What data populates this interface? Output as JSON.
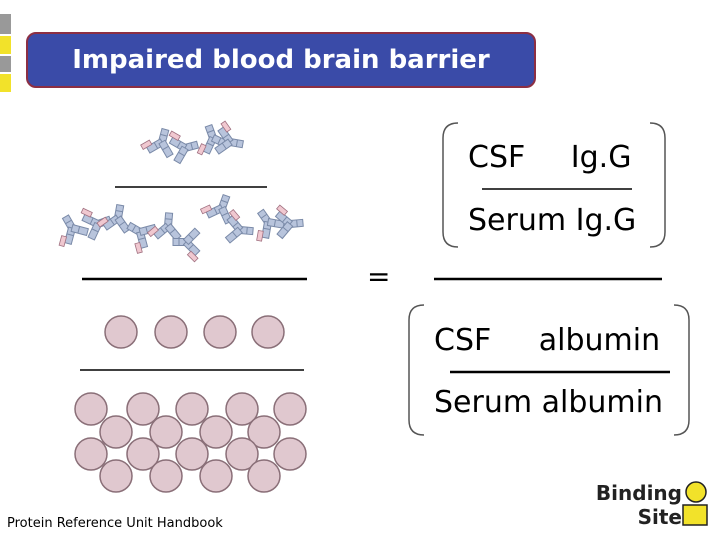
{
  "title": "Impaired blood brain barrier",
  "equals": "=",
  "numerator": {
    "top": "CSF Ig.G",
    "bottom": "Serum Ig.G"
  },
  "denominator": {
    "top": "CSF albumin",
    "bottom": "Serum albumin"
  },
  "footer": "Protein Reference Unit Handbook",
  "logo": {
    "line1": "Binding",
    "line2": "Site"
  },
  "colors": {
    "title_bg": "#3a4ba8",
    "title_border": "#8c2f43",
    "albumin_fill": "#e0c8cf",
    "accent": "#f2e22a"
  }
}
